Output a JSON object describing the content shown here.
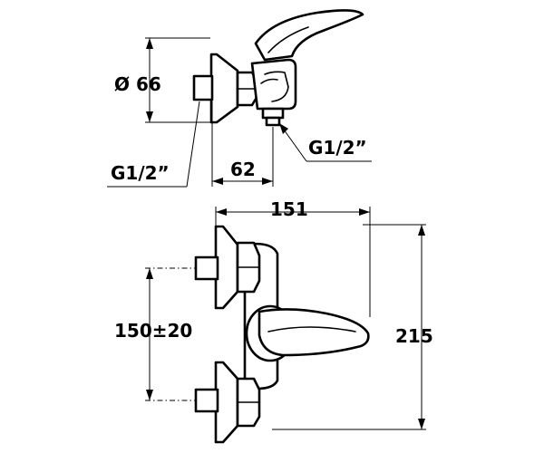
{
  "dimensions": {
    "diameter": "Ø 66",
    "thread_outlet": "G1/2”",
    "thread_inlet": "G1/2”",
    "depth": "62",
    "width": "151",
    "centres": "150±20",
    "height": "215"
  }
}
